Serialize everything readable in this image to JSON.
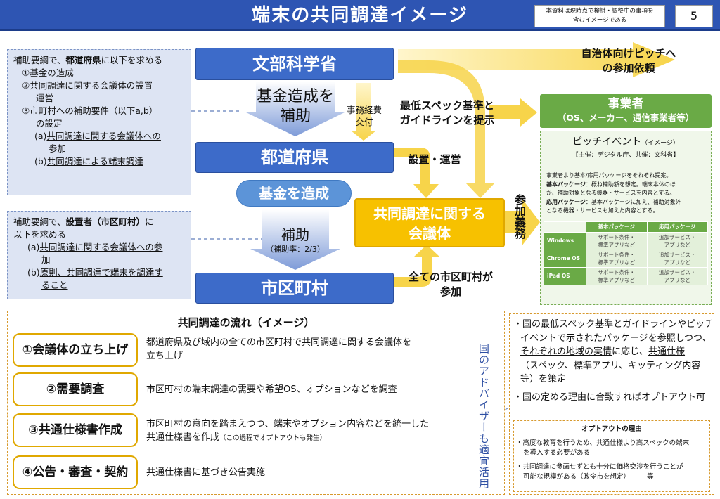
{
  "header": {
    "title": "端末の共同調達イメージ",
    "note_line1": "本資料は現時点で検討・調整中の事項を",
    "note_line2": "含むイメージである",
    "page_number": "5"
  },
  "left_top": {
    "line1_pre": "補助要綱で、",
    "line1_bold": "都道府県",
    "line1_post": "に以下を求める",
    "item1": "①基金の造成",
    "item2": "②共同調達に関する会議体の設置",
    "item2b": "運営",
    "item3": "③市町村への補助要件（以下a,b）",
    "item3b": "の設定",
    "sub_a_prefix": "(a)",
    "sub_a": "共同調達に関する会議体への",
    "sub_a2": "参加",
    "sub_b_prefix": "(b)",
    "sub_b": "共同調達による端末調達"
  },
  "left_bottom": {
    "line1_pre": "補助要綱で、",
    "line1_bold": "設置者（市区町村）",
    "line1_post": "に",
    "line2": "以下を求める",
    "sub_a_prefix": "(a)",
    "sub_a": "共同調達に関する会議体への参",
    "sub_a2": "加",
    "sub_b_prefix": "(b)",
    "sub_b": "原則、共同調達で端末を調達す",
    "sub_b2": "ること"
  },
  "flow": {
    "mext": "文部科学省",
    "fund_grant_line1": "基金造成を",
    "fund_grant_line2": "補助",
    "admin_cost_line1": "事務経費",
    "admin_cost_line2": "交付",
    "prefecture": "都道府県",
    "create_fund": "基金を造成",
    "subsidy": "補助",
    "subsidy_rate": "（補助率：2/3）",
    "municipality": "市区町村",
    "min_spec_line1": "最低スペック基準と",
    "min_spec_line2": "ガイドラインを提示",
    "setup_operate": "設置・運営",
    "council_line1": "共同調達に関する",
    "council_line2": "会議体",
    "all_muni_line1": "全ての市区町村が",
    "all_muni_line2": "参加",
    "participation_duty": "参加義務",
    "pitch_request_line1": "自治体向けピッチへ",
    "pitch_request_line2": "の参加依頼"
  },
  "vendor": {
    "title": "事業者",
    "subtitle": "（OS、メーカー、通信事業者等）",
    "pitch_title": "ピッチイベント",
    "pitch_image": "（イメージ）",
    "host": "【主催：デジタル庁、共催：文科省】",
    "desc1": "事業者より基本/応用パッケージをそれぞれ提案。",
    "basic_label": "基本パッケージ",
    "basic_desc1": "：概ね補助額を想定。端末本体のほ",
    "basic_desc2": "か、補助対象となる機器・サービスを内容とする。",
    "applied_label": "応用パッケージ",
    "applied_desc1": "：基本パッケージに加え、補助対象外",
    "applied_desc2": "となる機器・サービスも加えた内容とする。",
    "table": {
      "headers": [
        "基本パッケージ",
        "応用パッケージ"
      ],
      "rows": [
        {
          "os": "Windows",
          "basic1": "サポート条件・",
          "basic2": "標準アプリなど",
          "applied1": "追加サービス・",
          "applied2": "アプリなど"
        },
        {
          "os": "Chrome OS",
          "basic1": "サポート条件・",
          "basic2": "標準アプリなど",
          "applied1": "追加サービス・",
          "applied2": "アプリなど"
        },
        {
          "os": "iPad OS",
          "basic1": "サポート条件・",
          "basic2": "標準アプリなど",
          "applied1": "追加サービス・",
          "applied2": "アプリなど"
        }
      ]
    }
  },
  "process": {
    "title": "共同調達の流れ（イメージ）",
    "steps": [
      {
        "label": "①会議体の立ち上げ",
        "text1": "都道府県及び域内の全ての市区町村で共同調達に関する会議体を",
        "text2": "立ち上げ"
      },
      {
        "label": "②需要調査",
        "text1": "市区町村の端末調達の需要や希望OS、オプションなどを調査",
        "text2": ""
      },
      {
        "label": "③共通仕様書作成",
        "text1": "市区町村の意向を踏まえつつ、端末やオプション内容などを統一した",
        "text2": "共通仕様書を作成",
        "text2_small": "（この過程でオプトアウトも発生）"
      },
      {
        "label": "④公告・審査・契約",
        "text1": "共通仕様書に基づき公告実施",
        "text2": ""
      }
    ],
    "advisor": "国のアドバイザーも適宜活用"
  },
  "right_notes": {
    "b1_l1": "・国の",
    "b1_u1": "最低スペック基準とガイドライン",
    "b1_l1b": "や",
    "b1_u2": "ピッチ",
    "b1_u3": "イベントで示されたパッケージ",
    "b1_l2b": "を参照しつつ、",
    "b1_u4": "それぞれの地域の実情",
    "b1_l3b": "に応じ、",
    "b1_u5": "共通仕様",
    "b1_l4": "（スペック、標準アプリ、キッティング内容",
    "b1_l5": "等）を策定",
    "b2": "・国の定める理由に合致すればオプトアウト可",
    "optout_title": "オプトアウトの理由",
    "r1a": "・高度な教育を行うため、共通仕様より高スペックの端末",
    "r1b": "を導入する必要がある",
    "r2a": "・共同調達に参画せずとも十分に価格交渉を行うことが",
    "r2b": "可能な規模がある（政令市を想定）",
    "r2c": "等"
  },
  "colors": {
    "header_blue": "#2e55b3",
    "bar_blue": "#3d6bc9",
    "yellow": "#f7c100",
    "green": "#6aaa46"
  }
}
